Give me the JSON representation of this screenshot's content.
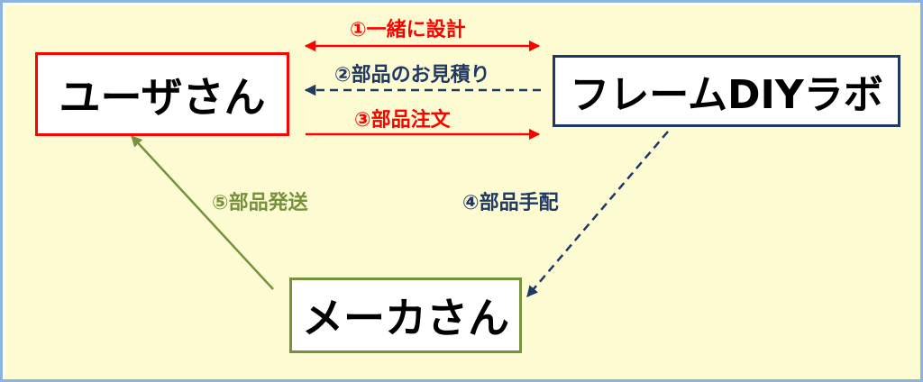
{
  "colors": {
    "background": "#fdfbd2",
    "frame": "#8db3e2",
    "red": "#ff0000",
    "navy": "#1f3864",
    "green": "#76923c"
  },
  "nodes": {
    "user": "ユーザさん",
    "lab": "フレームDIYラボ",
    "maker": "メーカさん"
  },
  "steps": {
    "design": "①一緒に設計",
    "estimate": "②部品のお見積り",
    "order": "③部品注文",
    "arrange": "④部品手配",
    "ship": "⑤部品発送"
  }
}
